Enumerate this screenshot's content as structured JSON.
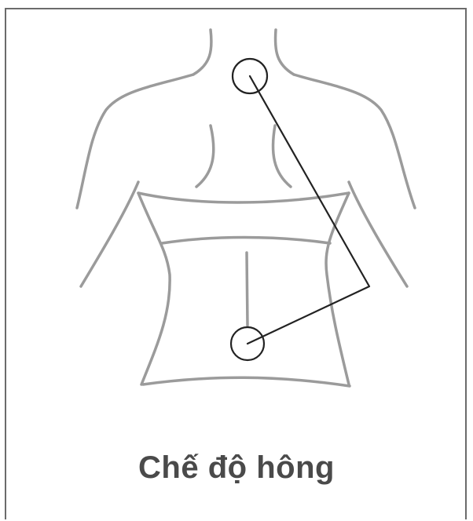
{
  "caption": "Chế độ hông",
  "icons": {
    "body": "back-torso-outline",
    "upper_point": "circle-marker",
    "lower_point": "circle-marker",
    "path": "massage-path-line"
  },
  "colors": {
    "outline": "#9b9b9b",
    "path": "#222222",
    "caption": "#4a4a4a",
    "border": "#6b6b6b"
  }
}
